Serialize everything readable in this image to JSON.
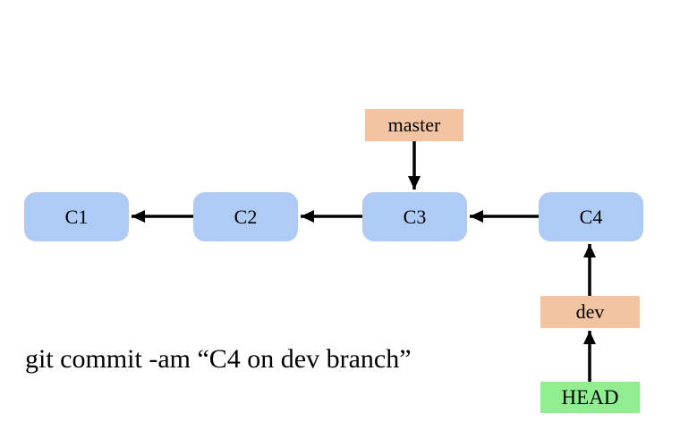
{
  "diagram": {
    "nodes": {
      "c1": {
        "label": "C1",
        "fill": "#AECBF5"
      },
      "c2": {
        "label": "C2",
        "fill": "#AECBF5"
      },
      "c3": {
        "label": "C3",
        "fill": "#AECBF5"
      },
      "c4": {
        "label": "C4",
        "fill": "#AECBF5"
      },
      "master": {
        "label": "master",
        "fill": "#F2C4A2"
      },
      "dev": {
        "label": "dev",
        "fill": "#F2C4A2"
      },
      "head": {
        "label": "HEAD",
        "fill": "#90EE90"
      }
    },
    "edges": [
      {
        "from": "C2",
        "to": "C1"
      },
      {
        "from": "C3",
        "to": "C2"
      },
      {
        "from": "C4",
        "to": "C3"
      },
      {
        "from": "master",
        "to": "C3"
      },
      {
        "from": "dev",
        "to": "C4"
      },
      {
        "from": "HEAD",
        "to": "dev"
      }
    ],
    "caption": "git commit -am “C4 on dev branch”",
    "arrow_color": "#000000",
    "background": "#FFFFFF"
  }
}
